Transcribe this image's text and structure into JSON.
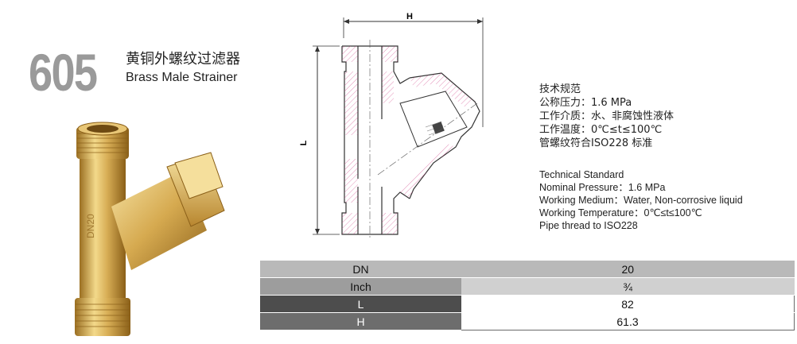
{
  "product": {
    "model_number": "605",
    "title_cn": "黄铜外螺纹过滤器",
    "title_en": "Brass Male Strainer",
    "body_marking": "DN20"
  },
  "drawing": {
    "dim_h": "H",
    "dim_l": "L"
  },
  "specs_cn": [
    "技术规范",
    "公称压力：1.6 MPa",
    "工作介质：水、非腐蚀性液体",
    "工作温度：0℃≤t≤100℃",
    "管螺纹符合ISO228 标准"
  ],
  "specs_en": [
    "Technical Standard",
    "Nominal Pressure：1.6 MPa",
    "Working Medium：Water, Non-corrosive liquid",
    "Working Temperature：0℃≤t≤100℃",
    "Pipe thread to ISO228"
  ],
  "table": [
    {
      "label": "DN",
      "value": "20"
    },
    {
      "label": "Inch",
      "value": "¾"
    },
    {
      "label": "L",
      "value": "82"
    },
    {
      "label": "H",
      "value": "61.3"
    }
  ],
  "colors": {
    "brass_light": "#f3d98a",
    "brass_mid": "#d7ad55",
    "brass_dark": "#9b6f22",
    "model_gray": "#9a9a9a",
    "hatch": "#d24a8c"
  }
}
